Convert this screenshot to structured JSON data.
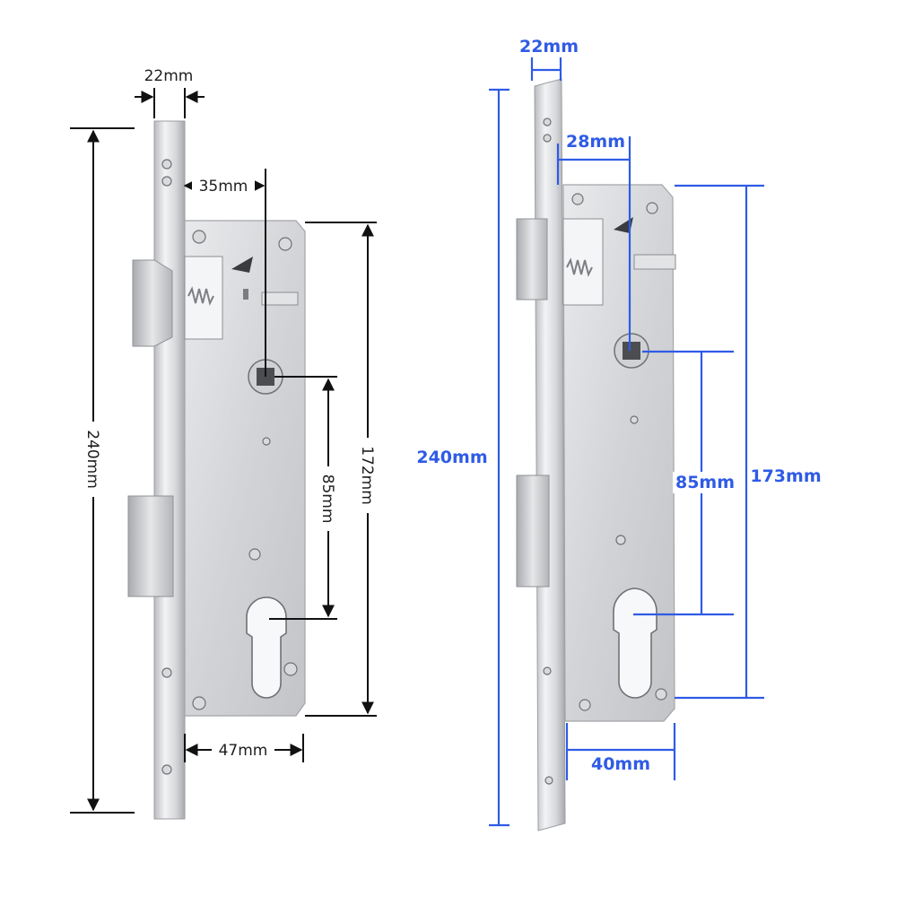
{
  "colors": {
    "right_dimension": "#2f5be6",
    "left_dimension": "#111111",
    "steel_light": "#e4e5e7",
    "steel_mid": "#c9cbce",
    "steel_dark": "#9a9ca0"
  },
  "left_diagram": {
    "faceplate_width": "22mm",
    "backset": "35mm",
    "total_height": "240mm",
    "case_height": "172mm",
    "center_distance": "85mm",
    "case_depth": "47mm"
  },
  "right_diagram": {
    "faceplate_width": "22mm",
    "backset": "28mm",
    "total_height": "240mm",
    "case_height": "173mm",
    "center_distance": "85mm",
    "case_depth": "40mm"
  }
}
